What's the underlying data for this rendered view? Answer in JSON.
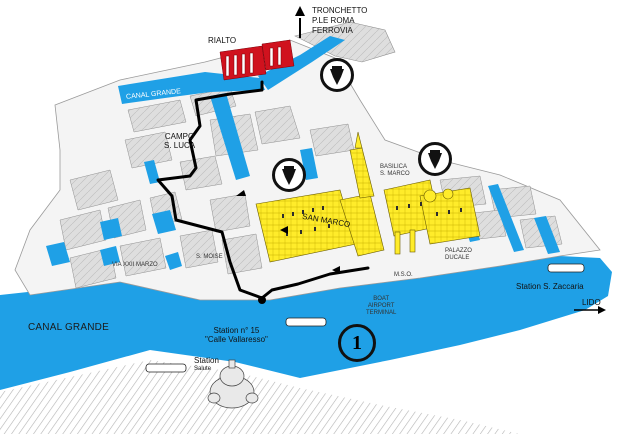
{
  "labels": {
    "rialto": "RIALTO",
    "tronchetto_line1": "TRONCHETTO",
    "tronchetto_line2": "P.LE ROMA",
    "tronchetto_line3": "FERROVIA",
    "canal_grande_top": "CANAL GRANDE",
    "canal_grande_bottom": "CANAL GRANDE",
    "campo_line1": "CAMPO",
    "campo_line2": "S. LUCA",
    "san_marco": "SAN MARCO",
    "basilica_line1": "BASILICA",
    "basilica_line2": "S. MARCO",
    "palazzo_line1": "PALAZZO",
    "palazzo_line2": "DUCALE",
    "station15_line1": "Station n° 15",
    "station15_line2": "\"Calle Vallaresso\"",
    "station_line1": "Station",
    "station_line2": "Salute",
    "station_zaccaria": "Station S. Zaccaria",
    "lido": "LIDO",
    "boat_line1": "BOAT",
    "boat_line2": "AIRPORT",
    "boat_line3": "TERMINAL",
    "via_22marzo": "VIA XXII MARZO",
    "mose": "S. MOISE",
    "mso": "M.S.O.",
    "route_number": "1"
  },
  "icons": [
    "north-arrow-icon",
    "east-arrow-icon",
    "vaporetto-stop-icon"
  ],
  "colors": {
    "water": "#1fa0e6",
    "landmark": "#ffec2a",
    "rialto": "#d0121e",
    "route": "#000000",
    "buildings": "#d8d8d8"
  }
}
